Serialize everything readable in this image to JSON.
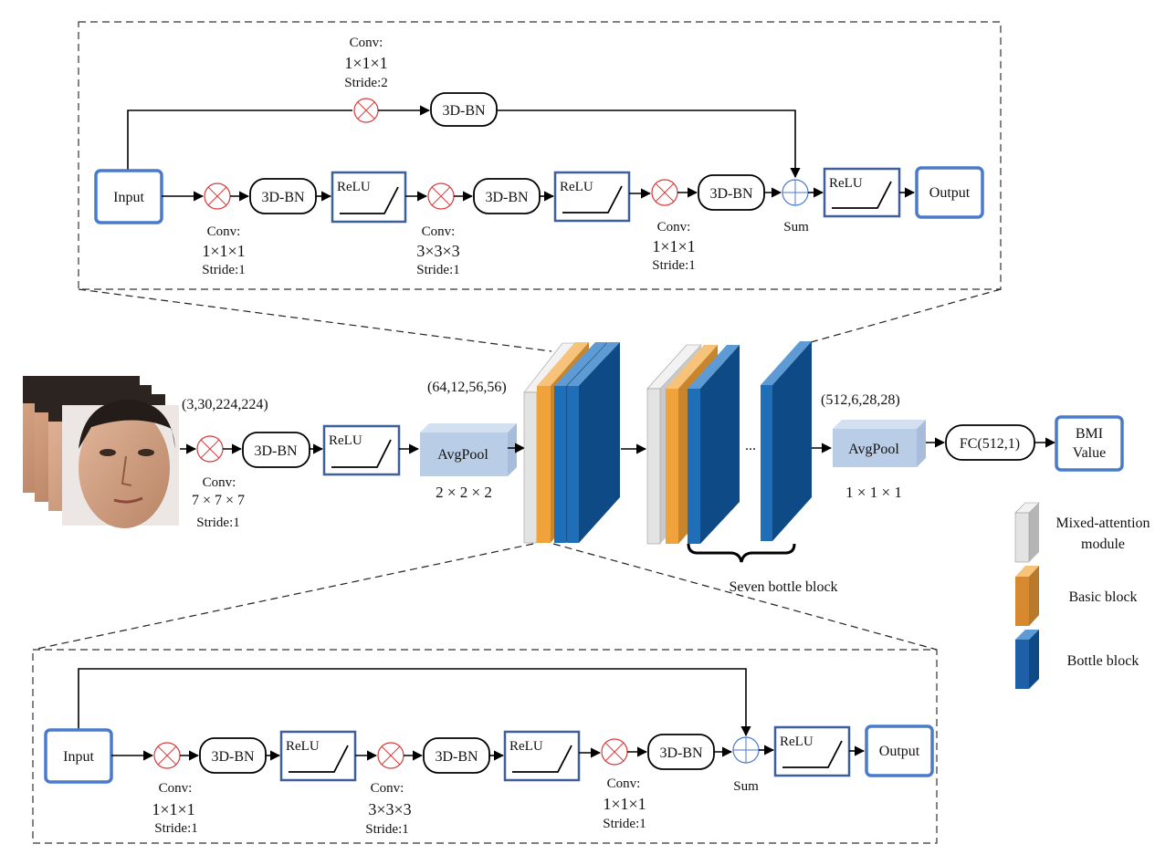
{
  "colors": {
    "box_border": "#3f5f9a",
    "output_border": "#4a7acb",
    "avgpool_fill": "#b9cde6",
    "mixed_attention": "#d9d9d9",
    "basic_block": "#f0a33a",
    "bottle_block": "#1f6fb8",
    "conv_cross": "#d83a3a",
    "sum_circle": "#4a7acb"
  },
  "top_detail": {
    "shortcut_conv_title": "Conv:",
    "shortcut_conv_kernel": "1×1×1",
    "shortcut_conv_stride": "Stride:2",
    "shortcut_bn": "3D-BN",
    "input": "Input",
    "conv1_title": "Conv:",
    "conv1_kernel": "1×1×1",
    "conv1_stride": "Stride:1",
    "bn1": "3D-BN",
    "relu1": "ReLU",
    "conv2_title": "Conv:",
    "conv2_kernel": "3×3×3",
    "conv2_stride": "Stride:1",
    "bn2": "3D-BN",
    "relu2": "ReLU",
    "conv3_title": "Conv:",
    "conv3_kernel": "1×1×1",
    "conv3_stride": "Stride:1",
    "bn3": "3D-BN",
    "sum": "Sum",
    "relu3": "ReLU",
    "output": "Output"
  },
  "main_pipeline": {
    "input_shape": "(3,30,224,224)",
    "conv_title": "Conv:",
    "conv_kernel": "7 × 7 × 7",
    "conv_stride": "Stride:1",
    "bn": "3D-BN",
    "relu": "ReLU",
    "avgpool1": "AvgPool",
    "avgpool1_size": "2 × 2 × 2",
    "shape_after_pool": "(64,12,56,56)",
    "ellipsis": "...",
    "seven_bottle_label": "Seven bottle block",
    "shape_before_pool": "(512,6,28,28)",
    "avgpool2": "AvgPool",
    "avgpool2_size": "1 × 1 × 1",
    "fc": "FC(512,1)",
    "output_line1": "BMI",
    "output_line2": "Value"
  },
  "legend": {
    "mixed_attention_line1": "Mixed-attention",
    "mixed_attention_line2": "module",
    "basic_block": "Basic block",
    "bottle_block": "Bottle block"
  },
  "bottom_detail": {
    "input": "Input",
    "conv1_title": "Conv:",
    "conv1_kernel": "1×1×1",
    "conv1_stride": "Stride:1",
    "bn1": "3D-BN",
    "relu1": "ReLU",
    "conv2_title": "Conv:",
    "conv2_kernel": "3×3×3",
    "conv2_stride": "Stride:1",
    "bn2": "3D-BN",
    "relu2": "ReLU",
    "conv3_title": "Conv:",
    "conv3_kernel": "1×1×1",
    "conv3_stride": "Stride:1",
    "bn3": "3D-BN",
    "sum": "Sum",
    "relu3": "ReLU",
    "output": "Output"
  }
}
